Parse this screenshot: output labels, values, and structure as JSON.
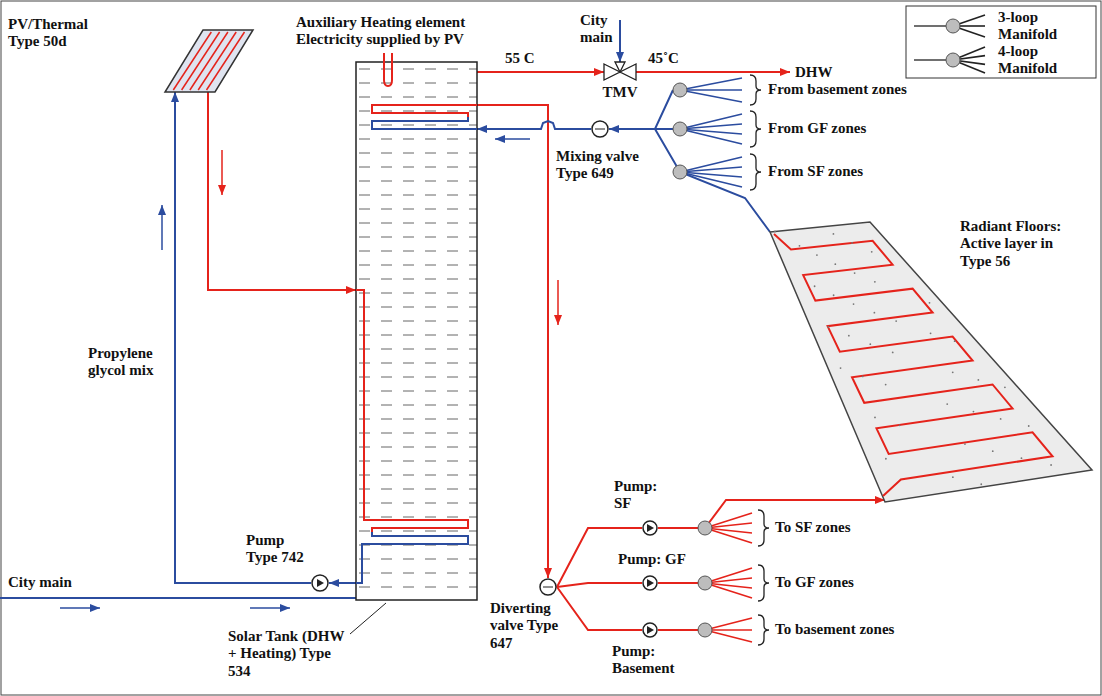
{
  "diagram": {
    "nodes": [
      {
        "text": [
          "PV/Thermal Type 50d"
        ]
      },
      {
        "text": [
          "Solar Tank (DHW + Heating) Type 534"
        ]
      },
      {
        "text": [
          "TMV"
        ]
      },
      {
        "text": [
          "Mixing valve Type 649"
        ]
      },
      {
        "text": [
          "Diverting valve Type 647"
        ]
      },
      {
        "text": [
          "Pump Type 742"
        ]
      },
      {
        "text": [
          "Pump: SF"
        ]
      },
      {
        "text": [
          "Pump: GF"
        ]
      },
      {
        "text": [
          "Pump: Basement"
        ]
      },
      {
        "text": [
          "Radiant Floors: Active layer in Type 56"
        ]
      }
    ],
    "edges": [
      {
        "from": 0,
        "to": 1,
        "arrow": "to"
      },
      {
        "from": 1,
        "to": 5,
        "arrow": "to"
      },
      {
        "from": 5,
        "to": 0,
        "arrow": "to"
      },
      {
        "from": 1,
        "to": 2,
        "label": "55 C",
        "arrow": "to"
      },
      {
        "from": 1,
        "to": 4,
        "arrow": "to"
      },
      {
        "from": 4,
        "to": 6,
        "arrow": "none"
      },
      {
        "from": 4,
        "to": 7,
        "arrow": "none"
      },
      {
        "from": 4,
        "to": 8,
        "arrow": "none"
      },
      {
        "from": 6,
        "to": 9,
        "arrow": "to"
      },
      {
        "from": 9,
        "to": 3,
        "arrow": "to"
      },
      {
        "from": 3,
        "to": 1,
        "arrow": "to"
      }
    ],
    "labels": [
      "Auxiliary Heating element Electricity supplied by PV",
      "City main",
      "45˚C",
      "DHW",
      "Propylene glycol mix",
      "City main",
      "From basement zones",
      "From GF zones",
      "From SF zones",
      "To SF zones",
      "To GF zones",
      "To basement zones"
    ],
    "legend": [
      {
        "text": "3-loop Manifold"
      },
      {
        "text": "4-loop Manifold"
      }
    ]
  }
}
